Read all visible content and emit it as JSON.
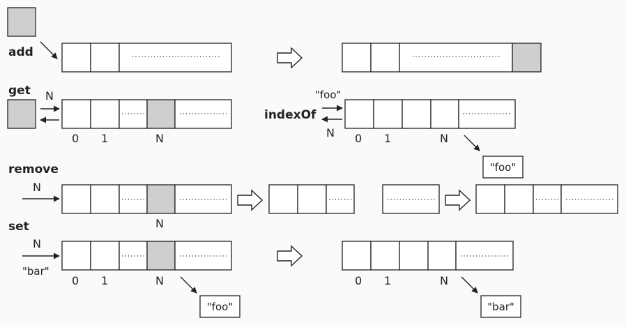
{
  "operations": {
    "add": "add",
    "get": "get",
    "remove": "remove",
    "set": "set",
    "indexOf": "indexOf"
  },
  "labels": {
    "n": "N",
    "foo": "\"foo\"",
    "bar": "\"bar\""
  },
  "indices": {
    "zero": "0",
    "one": "1",
    "n": "N"
  },
  "colors": {
    "highlight": "#cfcfcf",
    "line": "#222222",
    "background": "#fafafa"
  }
}
